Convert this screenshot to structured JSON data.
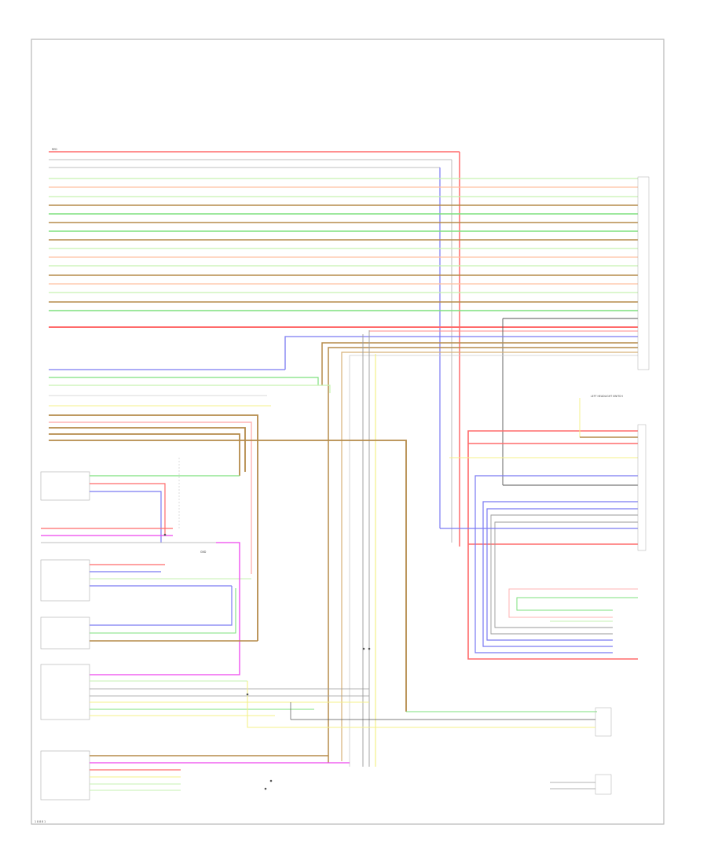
{
  "diagram": {
    "colors": {
      "red": "#ff6b6b",
      "green": "#7ee07e",
      "lightgreen": "#c6f2b0",
      "brown": "#b58b4a",
      "blue": "#7a7af2",
      "magenta": "#ee44ee",
      "yellow": "#f4f088",
      "gray": "#9a9a9a",
      "darkgray": "#555555",
      "pink": "#ffb3b3",
      "frame": "#b8b8b8"
    },
    "labels": {
      "top_red": "RED",
      "ground_label": "GND",
      "sensor_label": "LEFT HEADLIGHT SWITCH",
      "footer_code": "1 8 8 8 1"
    }
  }
}
